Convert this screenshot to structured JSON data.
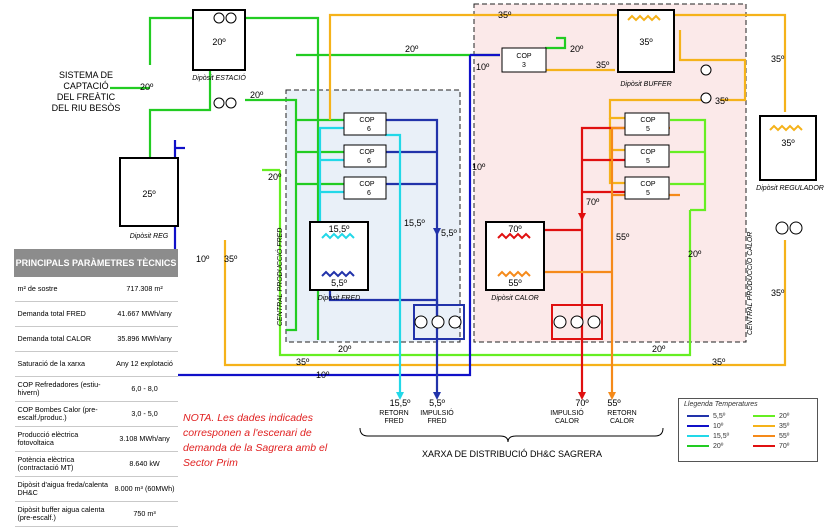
{
  "labels": {
    "source": [
      "SISTEMA DE",
      "CAPTACIÓ",
      "DEL FREÀTIC",
      "DEL RIU BESÒS"
    ],
    "deposit_estacio": "Dipòsit ESTACIÓ",
    "deposit_reg": "Dipòsit REG",
    "deposit_buffer": "Dipòsit BUFFER",
    "deposit_regulador": "Dipòsit REGULADOR",
    "deposit_fred": "Dipòsit FRED",
    "deposit_calor": "Dipòsit CALOR",
    "central_fred": "CENTRAL PRODUCCIÓ FRED",
    "central_calor": "CENTRAL PRODUCCIÓ CALOR",
    "network": "XARXA DE DISTRIBUCIÓ DH&C SAGRERA",
    "cop_label": "COP",
    "cop3": "3",
    "cop6": "6",
    "cop5": "5",
    "outlets": [
      {
        "temp": "15,5º",
        "line1": "RETORN",
        "line2": "FRED"
      },
      {
        "temp": "5,5º",
        "line1": "IMPULSIÓ",
        "line2": "FRED"
      },
      {
        "temp": "70º",
        "line1": "IMPULSIÓ",
        "line2": "CALOR"
      },
      {
        "temp": "55º",
        "line1": "RETORN",
        "line2": "CALOR"
      }
    ]
  },
  "temps": {
    "t20": "20º",
    "t25": "25º",
    "t35": "35º",
    "t10": "10º",
    "t15_5": "15,5º",
    "t5_5": "5,5º",
    "t70": "70º",
    "t55": "55º"
  },
  "table": {
    "title": "PRINCIPALS PARÀMETRES TÈCNICS",
    "rows": [
      {
        "label": "m² de sostre",
        "value": "717.308 m²"
      },
      {
        "label": "Demanda total FRED",
        "value": "41.667 MWh/any"
      },
      {
        "label": "Demanda total CALOR",
        "value": "35.896 MWh/any"
      },
      {
        "label": "Saturació de la xarxa",
        "value": "Any 12 explotació"
      },
      {
        "label": "COP Refredadores (estiu-hivern)",
        "value": "6,0 - 8,0"
      },
      {
        "label": "COP Bombes Calor (pre-escalf./produc.)",
        "value": "3,0 - 5,0"
      },
      {
        "label": "Producció elèctrica fotovoltaica",
        "value": "3.108 MWh/any"
      },
      {
        "label": "Potència elèctrica (contractació MT)",
        "value": "8.640 kW"
      },
      {
        "label": "Dipòsit d'aigua freda/calenta DH&C",
        "value": "8.000 m³ (60MWh)"
      },
      {
        "label": "Dipòsit buffer aigua calenta (pre-escalf.)",
        "value": "750 m³"
      }
    ]
  },
  "note": "NOTA. Les dades indicades corresponen a l'escenari de demanda de la Sagrera amb el Sector Prim",
  "legend": {
    "title": "Llegenda Temperatures",
    "items": [
      {
        "label": "5,5º",
        "color": "#2233aa"
      },
      {
        "label": "10º",
        "color": "#1010c8"
      },
      {
        "label": "15,5º",
        "color": "#22d8e8"
      },
      {
        "label": "20º",
        "color": "#22cc22"
      },
      {
        "label": "20º",
        "color": "#66ee22"
      },
      {
        "label": "35º",
        "color": "#f5b21a"
      },
      {
        "label": "55º",
        "color": "#f58a1a"
      },
      {
        "label": "70º",
        "color": "#e01010"
      }
    ]
  },
  "colors": {
    "cold": "#2233aa",
    "blue10": "#1010c8",
    "cyan": "#22d8e8",
    "green": "#22cc22",
    "lgreen": "#66ee22",
    "orange35": "#f5b21a",
    "orange55": "#f58a1a",
    "red": "#e01010"
  }
}
